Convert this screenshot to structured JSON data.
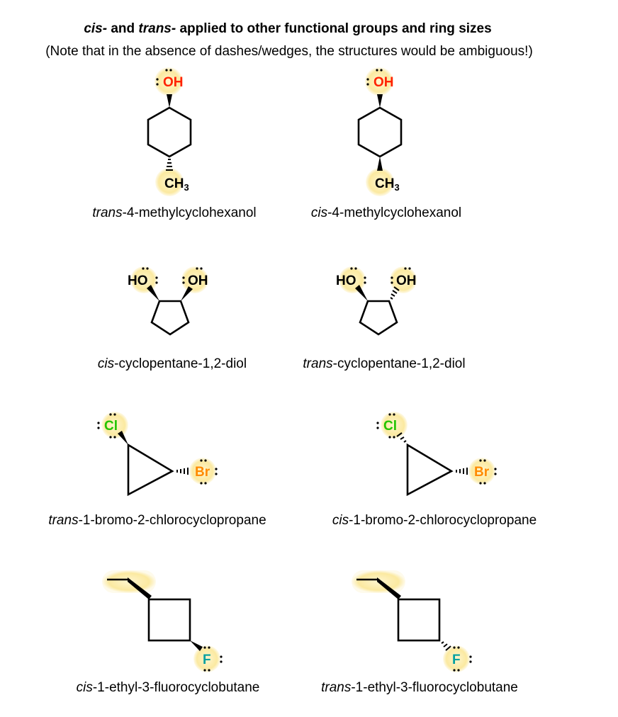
{
  "title": {
    "cis": "cis-",
    "and": " and ",
    "trans": "trans-",
    "rest": " applied to other functional groups and ring sizes",
    "note": "(Note that in the absence of dashes/wedges, the structures would be ambiguous!)"
  },
  "atoms": {
    "OH": "OH",
    "HO": "HO",
    "CH": "CH",
    "sub3": "3",
    "Cl": "Cl",
    "Br": "Br",
    "F": "F"
  },
  "colors": {
    "oxygen": "#ff2200",
    "chlorine": "#22c400",
    "bromine": "#ff8a00",
    "fluorine": "#00a0a0",
    "highlight": "#fbe9a0"
  },
  "labels": [
    {
      "prefix": "trans",
      "name": "-4-methylcyclohexanol"
    },
    {
      "prefix": "cis",
      "name": "-4-methylcyclohexanol"
    },
    {
      "prefix": "cis",
      "name": "-cyclopentane-1,2-diol"
    },
    {
      "prefix": "trans",
      "name": "-cyclopentane-1,2-diol"
    },
    {
      "prefix": "trans",
      "name": "-1-bromo-2-chlorocyclopropane"
    },
    {
      "prefix": "cis",
      "name": "-1-bromo-2-chlorocyclopropane"
    },
    {
      "prefix": "cis",
      "name": "-1-ethyl-3-fluorocyclobutane"
    },
    {
      "prefix": "trans",
      "name": "-1-ethyl-3-fluorocyclobutane"
    }
  ]
}
